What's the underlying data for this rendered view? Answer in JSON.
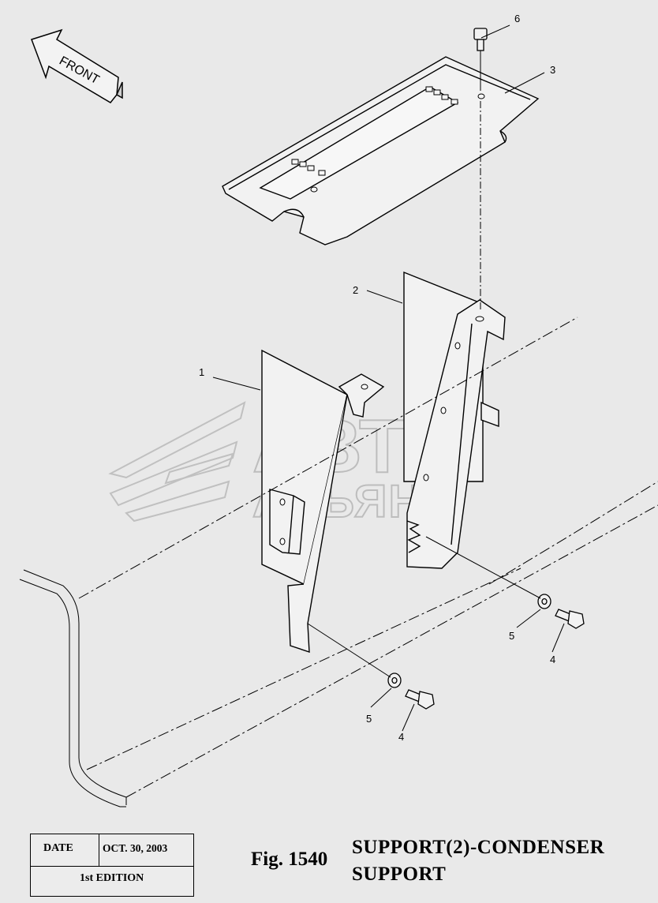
{
  "orientation": {
    "text": "FRONT"
  },
  "callouts": [
    {
      "number": "1",
      "part": "bracket-left"
    },
    {
      "number": "2",
      "part": "support-right"
    },
    {
      "number": "3",
      "part": "top-plate"
    },
    {
      "number": "4",
      "part": "bolt-right"
    },
    {
      "number": "5",
      "part": "washer-right"
    },
    {
      "number": "4",
      "part": "bolt-left"
    },
    {
      "number": "5",
      "part": "washer-left"
    },
    {
      "number": "6",
      "part": "bolt-top"
    }
  ],
  "watermark": {
    "line1": "АВТО",
    "line2": "АЛЬЯНС"
  },
  "title_block": {
    "date_label": "DATE",
    "date_value": "OCT. 30, 2003",
    "edition": "1st EDITION"
  },
  "figure": {
    "number": "Fig. 1540",
    "title_line1": "SUPPORT(2)-CONDENSER",
    "title_line2": "SUPPORT"
  },
  "colors": {
    "background": "#e9e9e9",
    "ink": "#000000",
    "watermark": "#9a9a9a"
  }
}
